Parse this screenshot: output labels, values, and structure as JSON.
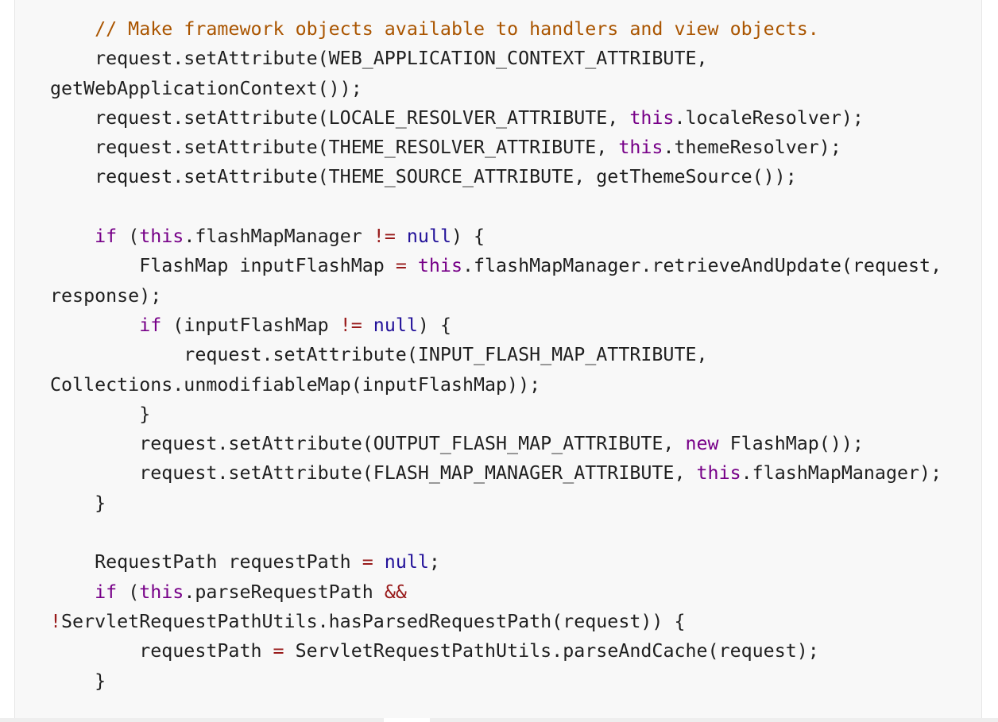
{
  "colors": {
    "background": "#f8f8f8",
    "text": "#1f1f1f",
    "comment": "#aa5500",
    "keyword": "#770088",
    "atom": "#221199",
    "operator": "#981a1a"
  },
  "code_lines": [
    [
      {
        "t": "    ",
        "c": ""
      },
      {
        "t": "// Make framework objects available to handlers and view objects.",
        "c": "cm"
      }
    ],
    [
      {
        "t": "    request.setAttribute(WEB_APPLICATION_CONTEXT_ATTRIBUTE,",
        "c": ""
      }
    ],
    [
      {
        "t": "getWebApplicationContext());",
        "c": ""
      }
    ],
    [
      {
        "t": "    request.setAttribute(LOCALE_RESOLVER_ATTRIBUTE, ",
        "c": ""
      },
      {
        "t": "this",
        "c": "kw"
      },
      {
        "t": ".localeResolver);",
        "c": ""
      }
    ],
    [
      {
        "t": "    request.setAttribute(THEME_RESOLVER_ATTRIBUTE, ",
        "c": ""
      },
      {
        "t": "this",
        "c": "kw"
      },
      {
        "t": ".themeResolver);",
        "c": ""
      }
    ],
    [
      {
        "t": "    request.setAttribute(THEME_SOURCE_ATTRIBUTE, getThemeSource());",
        "c": ""
      }
    ],
    [
      {
        "t": "",
        "c": ""
      }
    ],
    [
      {
        "t": "    ",
        "c": ""
      },
      {
        "t": "if",
        "c": "kw"
      },
      {
        "t": " (",
        "c": ""
      },
      {
        "t": "this",
        "c": "kw"
      },
      {
        "t": ".flashMapManager ",
        "c": ""
      },
      {
        "t": "!=",
        "c": "op"
      },
      {
        "t": " ",
        "c": ""
      },
      {
        "t": "null",
        "c": "at"
      },
      {
        "t": ") {",
        "c": ""
      }
    ],
    [
      {
        "t": "        FlashMap inputFlashMap ",
        "c": ""
      },
      {
        "t": "=",
        "c": "op"
      },
      {
        "t": " ",
        "c": ""
      },
      {
        "t": "this",
        "c": "kw"
      },
      {
        "t": ".flashMapManager.retrieveAndUpdate(request,",
        "c": ""
      }
    ],
    [
      {
        "t": "response);",
        "c": ""
      }
    ],
    [
      {
        "t": "        ",
        "c": ""
      },
      {
        "t": "if",
        "c": "kw"
      },
      {
        "t": " (inputFlashMap ",
        "c": ""
      },
      {
        "t": "!=",
        "c": "op"
      },
      {
        "t": " ",
        "c": ""
      },
      {
        "t": "null",
        "c": "at"
      },
      {
        "t": ") {",
        "c": ""
      }
    ],
    [
      {
        "t": "            request.setAttribute(INPUT_FLASH_MAP_ATTRIBUTE,",
        "c": ""
      }
    ],
    [
      {
        "t": "Collections.unmodifiableMap(inputFlashMap));",
        "c": ""
      }
    ],
    [
      {
        "t": "        }",
        "c": ""
      }
    ],
    [
      {
        "t": "        request.setAttribute(OUTPUT_FLASH_MAP_ATTRIBUTE, ",
        "c": ""
      },
      {
        "t": "new",
        "c": "kw"
      },
      {
        "t": " FlashMap());",
        "c": ""
      }
    ],
    [
      {
        "t": "        request.setAttribute(FLASH_MAP_MANAGER_ATTRIBUTE, ",
        "c": ""
      },
      {
        "t": "this",
        "c": "kw"
      },
      {
        "t": ".flashMapManager);",
        "c": ""
      }
    ],
    [
      {
        "t": "    }",
        "c": ""
      }
    ],
    [
      {
        "t": "",
        "c": ""
      }
    ],
    [
      {
        "t": "    RequestPath requestPath ",
        "c": ""
      },
      {
        "t": "=",
        "c": "op"
      },
      {
        "t": " ",
        "c": ""
      },
      {
        "t": "null",
        "c": "at"
      },
      {
        "t": ";",
        "c": ""
      }
    ],
    [
      {
        "t": "    ",
        "c": ""
      },
      {
        "t": "if",
        "c": "kw"
      },
      {
        "t": " (",
        "c": ""
      },
      {
        "t": "this",
        "c": "kw"
      },
      {
        "t": ".parseRequestPath ",
        "c": ""
      },
      {
        "t": "&&",
        "c": "op"
      }
    ],
    [
      {
        "t": "!",
        "c": "op"
      },
      {
        "t": "ServletRequestPathUtils.hasParsedRequestPath(request)) {",
        "c": ""
      }
    ],
    [
      {
        "t": "        requestPath ",
        "c": ""
      },
      {
        "t": "=",
        "c": "op"
      },
      {
        "t": " ServletRequestPathUtils.parseAndCache(request);",
        "c": ""
      }
    ],
    [
      {
        "t": "    }",
        "c": ""
      }
    ]
  ]
}
